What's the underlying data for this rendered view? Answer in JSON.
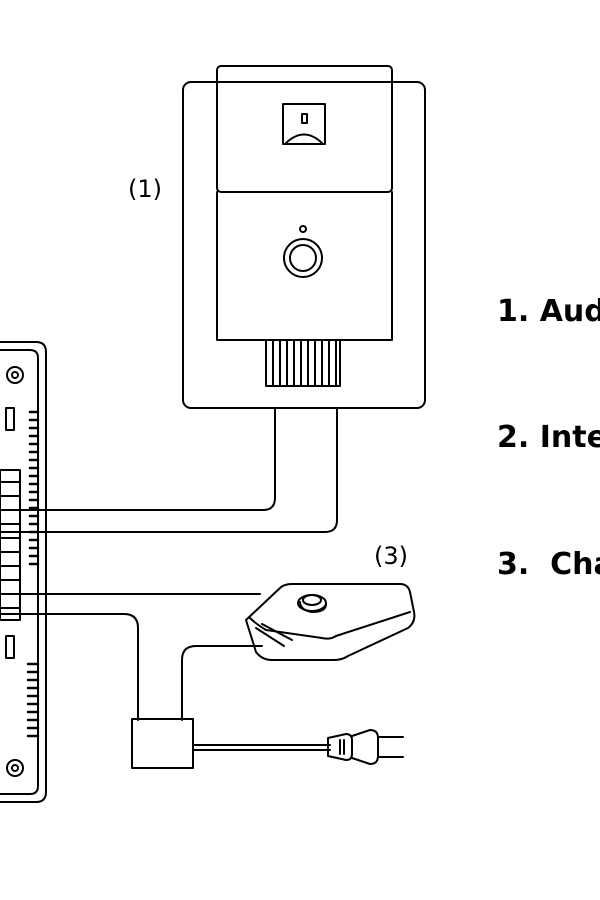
{
  "callouts": {
    "c1": "(1)",
    "c3": "(3)"
  },
  "legend": {
    "item1": "1. Aud",
    "item2": "2. Inte",
    "item3": "3.  Cha"
  }
}
